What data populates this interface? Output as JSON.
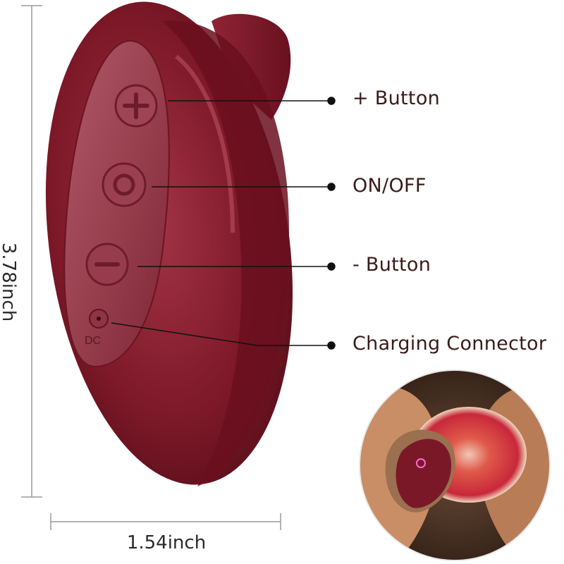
{
  "dimensions": {
    "height": "3.78inch",
    "width": "1.54inch"
  },
  "callouts": [
    {
      "label": "+ Button"
    },
    {
      "label": "ON/OFF"
    },
    {
      "label": "- Button"
    },
    {
      "label": "Charging Connector"
    }
  ],
  "device": {
    "dc_label": "DC",
    "body_color": "#7a1626",
    "highlight_color": "#a84454"
  }
}
